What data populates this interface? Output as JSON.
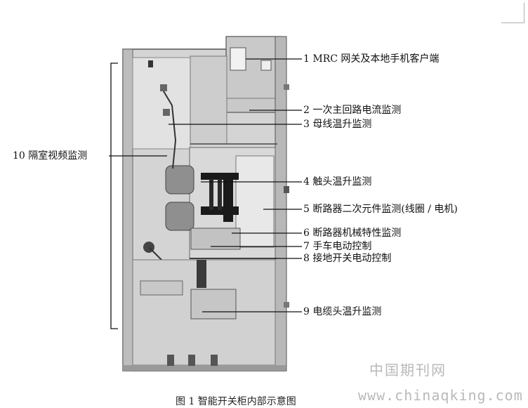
{
  "labels": [
    {
      "id": "1",
      "text": "1 MRC 网关及本地手机客户端"
    },
    {
      "id": "2",
      "text": "2 一次主回路电流监测"
    },
    {
      "id": "3",
      "text": "3 母线温升监测"
    },
    {
      "id": "4",
      "text": "4 触头温升监测"
    },
    {
      "id": "5",
      "text": "5 断路器二次元件监测(线圈 / 电机)"
    },
    {
      "id": "6",
      "text": "6 断路器机械特性监测"
    },
    {
      "id": "7",
      "text": "7 手车电动控制"
    },
    {
      "id": "8",
      "text": "8 接地开关电动控制"
    },
    {
      "id": "9",
      "text": "9 电缆头温升监测"
    },
    {
      "id": "10",
      "text": "10 隔室视频监测"
    }
  ],
  "caption": "图 1  智能开关柜内部示意图",
  "watermark": {
    "cn": "中国期刊网",
    "url": "www.chinaqking.com"
  },
  "colors": {
    "line": "#111111",
    "panel": "#cfcfcf",
    "panel_dark": "#a9a9a9",
    "busbar": "#1a1a1a"
  }
}
